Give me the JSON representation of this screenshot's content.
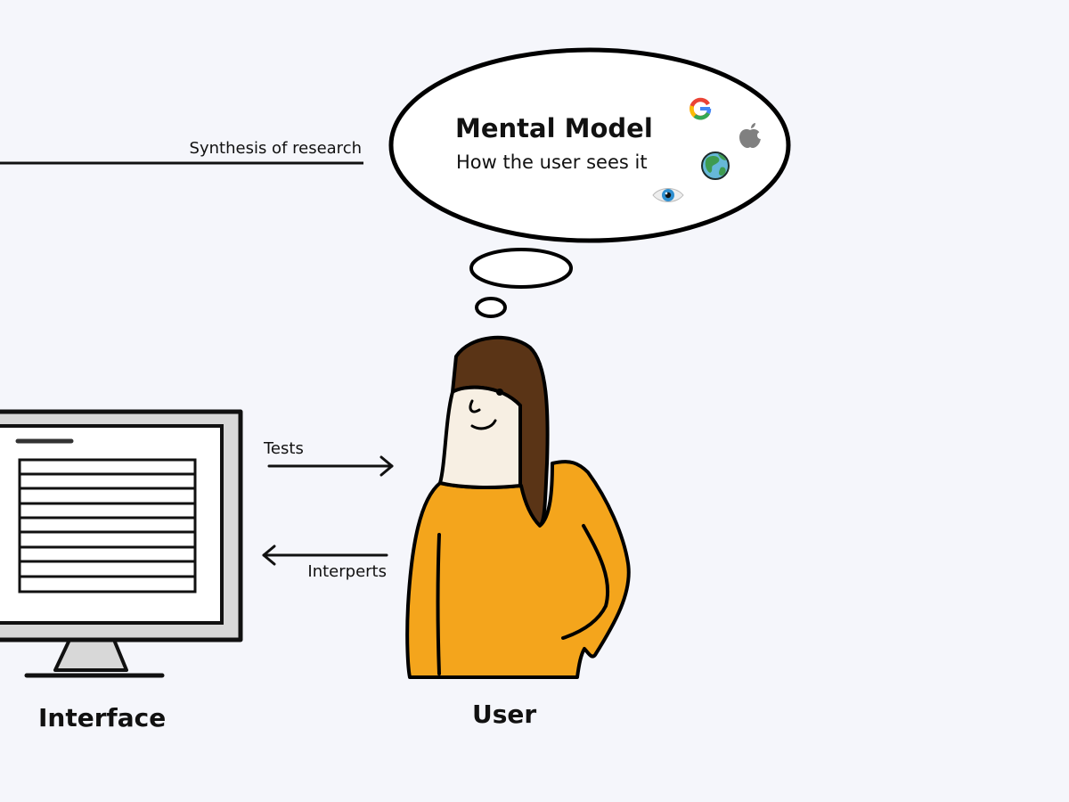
{
  "bubble": {
    "title": "Mental Model",
    "subtitle": "How the user sees it",
    "icons": [
      "google-logo-icon",
      "apple-logo-icon",
      "globe-icon",
      "eye-icon"
    ]
  },
  "synthesis_label": "Synthesis of research",
  "arrows": {
    "tests_label": "Tests",
    "interprets_label": "Interperts"
  },
  "interface_label": "Interface",
  "user_label": "User",
  "colors": {
    "background": "#f5f6fb",
    "shirt": "#f4a51c",
    "hair": "#5a3416",
    "skin": "#f7efe3",
    "monitor_frame": "#d8d8d8",
    "google_blue": "#4285F4",
    "google_red": "#EA4335",
    "google_yellow": "#FBBC05",
    "google_green": "#34A853"
  }
}
